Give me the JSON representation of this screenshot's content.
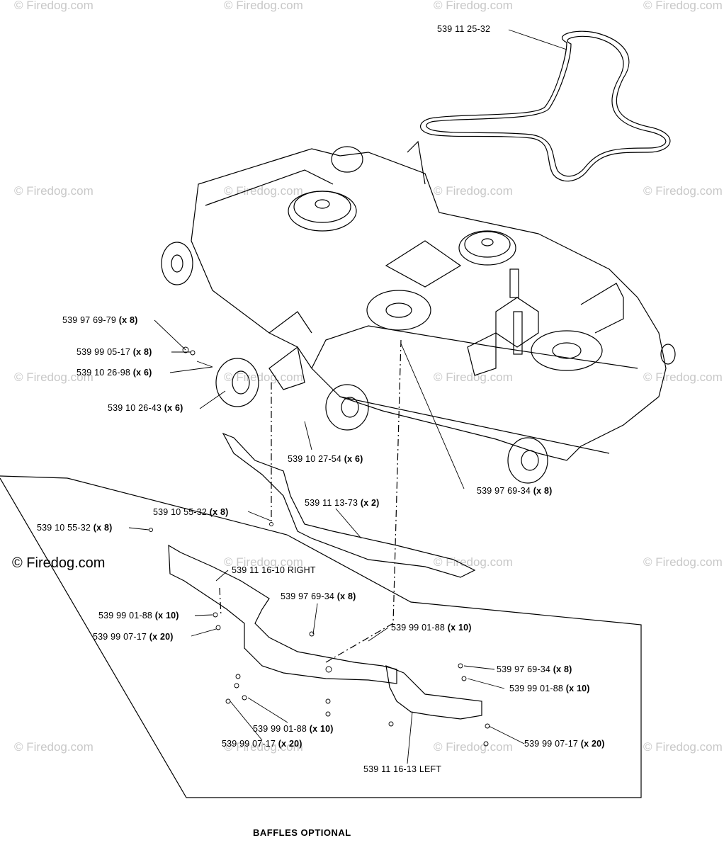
{
  "watermarks": [
    "© Firedog.com",
    "© Firedog.com",
    "© Firedog.com",
    "© Firedog.com",
    "© Firedog.com",
    "© Firedog.com",
    "© Firedog.com",
    "© Firedog.com",
    "© Firedog.com",
    "© Firedog.com",
    "© Firedog.com",
    "© Firedog.com",
    "© Firedog.com",
    "© Firedog.com",
    "© Firedog.com",
    "© Firedog.com",
    "© Firedog.com",
    "© Firedog.com",
    "© Firedog.com",
    "© Firedog.com"
  ],
  "watermark_main": "© Firedog.com",
  "parts": {
    "belt": {
      "num": "539 11 25-32",
      "qty": ""
    },
    "nut_top": {
      "num": "539 97 69-79",
      "qty": "(x 8)"
    },
    "washer": {
      "num": "539 99 05-17",
      "qty": "(x 8)"
    },
    "bolt_wheel": {
      "num": "539 10 26-98",
      "qty": "(x 6)"
    },
    "wheel": {
      "num": "539 10 26-43",
      "qty": "(x 6)"
    },
    "bracket": {
      "num": "539 10 27-54",
      "qty": "(x 6)"
    },
    "nut_deck": {
      "num": "539 97 69-34",
      "qty": "(x 8)"
    },
    "baffle_rail": {
      "num": "539 11 13-73",
      "qty": "(x 2)"
    },
    "screw_a": {
      "num": "539 10 55-32",
      "qty": "(x 8)"
    },
    "screw_b": {
      "num": "539 10 55-32",
      "qty": "(x 8)"
    },
    "baffle_right": {
      "num": "539 11 16-10 RIGHT",
      "qty": ""
    },
    "nut_mid": {
      "num": "539 97 69-34",
      "qty": "(x 8)"
    },
    "washer_a": {
      "num": "539 99 01-88",
      "qty": "(x 10)"
    },
    "lock_a": {
      "num": "539 99 07-17",
      "qty": "(x 20)"
    },
    "washer_b": {
      "num": "539 99 01-88",
      "qty": "(x 10)"
    },
    "nut_right": {
      "num": "539 97 69-34",
      "qty": "(x 8)"
    },
    "washer_c": {
      "num": "539 99 01-88",
      "qty": "(x 10)"
    },
    "washer_d": {
      "num": "539 99 01-88",
      "qty": "(x 10)"
    },
    "lock_b": {
      "num": "539 99 07-17",
      "qty": "(x 20)"
    },
    "lock_c": {
      "num": "539 99 07-17",
      "qty": "(x 20)"
    },
    "baffle_left": {
      "num": "539 11 16-13 LEFT",
      "qty": ""
    }
  },
  "caption": "BAFFLES OPTIONAL"
}
